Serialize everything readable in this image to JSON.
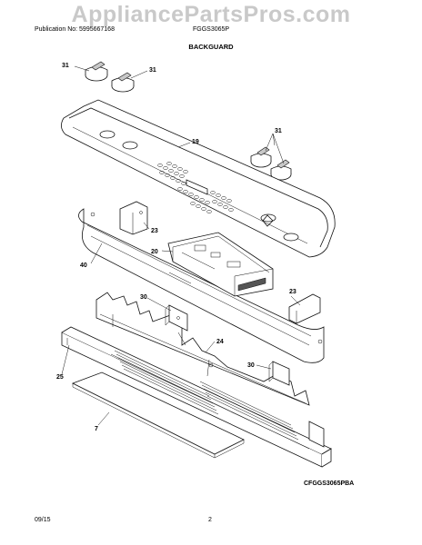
{
  "header": {
    "watermark": "AppliancePartsPros.com",
    "publication": "Publication No: 5995667168",
    "model": "FGGS3065P",
    "section_title": "BACKGUARD"
  },
  "diagram": {
    "part_labels": {
      "knob_a": "31",
      "knob_b": "31",
      "knob_c": "31",
      "panel": "19",
      "bracket_upper": "23",
      "control_board": "20",
      "trim_40": "40",
      "bracket_lower": "23",
      "bracket_30a": "30",
      "panel_24": "24",
      "bracket_30b": "30",
      "panel_25": "25",
      "shield_7": "7"
    },
    "diagram_code": "CFGGS3065PBA"
  },
  "footer": {
    "date": "09/15",
    "page": "2"
  }
}
